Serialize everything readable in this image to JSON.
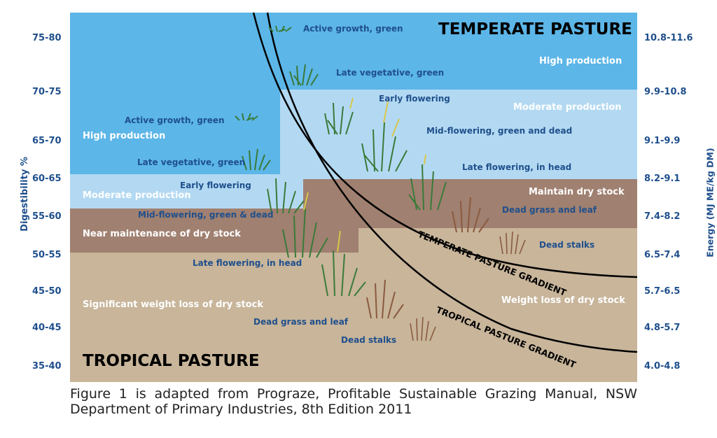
{
  "titles": {
    "temperate": "TEMPERATE PASTURE",
    "tropical": "TROPICAL PASTURE"
  },
  "axes": {
    "left_title": "Digestibility %",
    "right_title": "Energy (MJ ME/kg DM)",
    "left_ticks": [
      "75-80",
      "70-75",
      "65-70",
      "60-65",
      "55-60",
      "50-55",
      "45-50",
      "40-45",
      "35-40"
    ],
    "right_ticks": [
      "10.8-11.6",
      "9.9-10.8",
      "9.1-9.9",
      "8.2-9.1",
      "7.4-8.2",
      "6.5-7.4",
      "5.7-6.5",
      "4.8-5.7",
      "4.0-4.8"
    ]
  },
  "temperate_zones": {
    "high": "High production",
    "moderate": "Moderate production",
    "maintain": "Maintain dry stock",
    "weight_loss": "Weight loss of dry stock"
  },
  "tropical_zones": {
    "high": "High production",
    "moderate": "Moderate production",
    "near_maintenance": "Near maintenance of dry stock",
    "weight_loss": "Significant weight loss of dry stock"
  },
  "temperate_stages": {
    "active": "Active growth, green",
    "late_veg": "Late vegetative, green",
    "early_flowering": "Early flowering",
    "mid_flowering": "Mid-flowering, green and dead",
    "late_flowering": "Late flowering, in head",
    "dead_grass": "Dead grass and leaf",
    "dead_stalks": "Dead stalks"
  },
  "tropical_stages": {
    "active": "Active growth, green",
    "late_veg": "Late vegetative, green",
    "early_flowering": "Early flowering",
    "mid_flowering": "Mid-flowering, green & dead",
    "late_flowering": "Late flowering, in head",
    "dead_grass": "Dead grass and leaf",
    "dead_stalks": "Dead stalks"
  },
  "gradients": {
    "temperate": "TEMPERATE PASTURE GRADIENT",
    "tropical": "TROPICAL PASTURE GRADIENT"
  },
  "caption": "Figure 1 is adapted from Prograze, Profitable Sustainable Grazing Manual, NSW Department of Primary Industries, 8th Edition 2011",
  "colors": {
    "high_production": "#5cb6e8",
    "moderate_production": "#b3d9f2",
    "maintenance": "#a08070",
    "weight_loss": "#c8b59a",
    "label_blue": "#1f4f8c"
  }
}
